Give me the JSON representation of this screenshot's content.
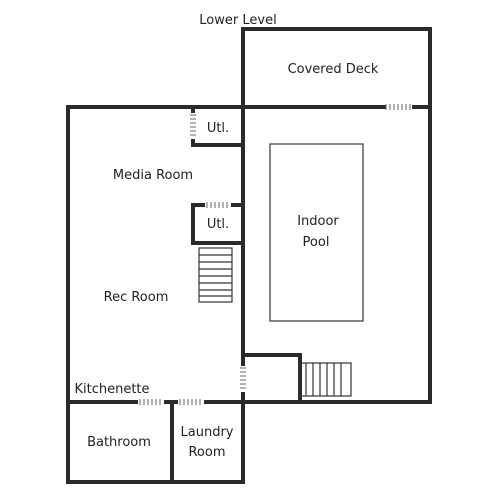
{
  "floorplan": {
    "level_title": "Lower Level",
    "rooms": {
      "covered_deck": "Covered Deck",
      "utility_top": "Utl.",
      "media_room": "Media Room",
      "utility_mid": "Utl.",
      "indoor_pool_line1": "Indoor",
      "indoor_pool_line2": "Pool",
      "rec_room": "Rec Room",
      "kitchenette": "Kitchenette",
      "bathroom": "Bathroom",
      "laundry_line1": "Laundry",
      "laundry_line2": "Room"
    }
  }
}
